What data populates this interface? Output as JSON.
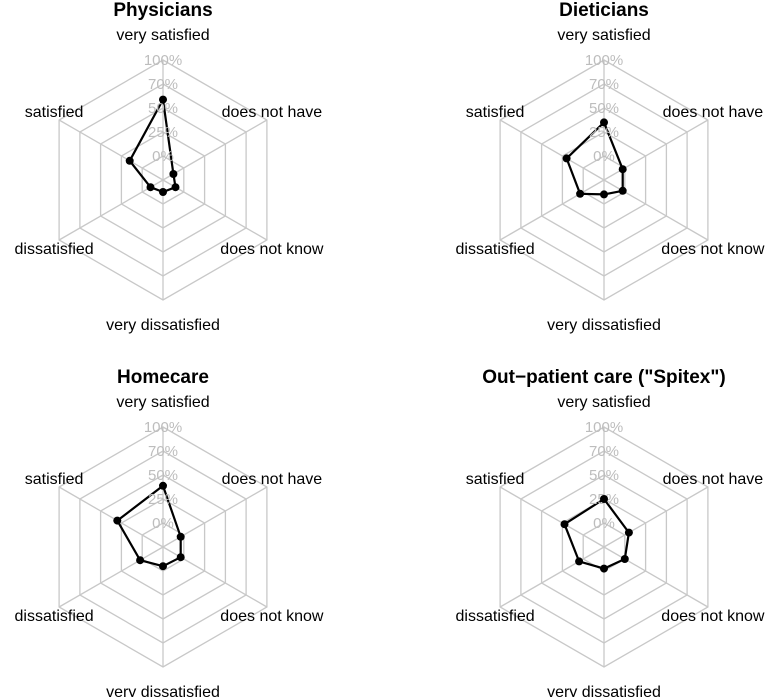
{
  "chart_data": [
    {
      "type": "radar",
      "title": "Physicians",
      "axes": [
        "very satisfied",
        "does not have",
        "does not know",
        "very dissatisfied",
        "dissatisfied",
        "satisfied"
      ],
      "ticks": [
        "0%",
        "25%",
        "50%",
        "70%",
        "100%"
      ],
      "rlim": [
        0,
        100
      ],
      "grid": true,
      "values": [
        67,
        10,
        12,
        10,
        12,
        32
      ]
    },
    {
      "type": "radar",
      "title": "Dieticians",
      "axes": [
        "very satisfied",
        "does not have",
        "does not know",
        "very dissatisfied",
        "dissatisfied",
        "satisfied"
      ],
      "ticks": [
        "0%",
        "25%",
        "50%",
        "70%",
        "100%"
      ],
      "rlim": [
        0,
        100
      ],
      "grid": true,
      "values": [
        48,
        18,
        18,
        12,
        23,
        36
      ]
    },
    {
      "type": "radar",
      "title": "Homecare",
      "axes": [
        "very satisfied",
        "does not have",
        "does not know",
        "very dissatisfied",
        "dissatisfied",
        "satisfied"
      ],
      "ticks": [
        "0%",
        "25%",
        "50%",
        "70%",
        "100%"
      ],
      "rlim": [
        0,
        100
      ],
      "grid": true,
      "values": [
        51,
        17,
        17,
        16,
        22,
        44
      ]
    },
    {
      "type": "radar",
      "title": "Out−patient care (\"Spitex\")",
      "axes": [
        "very satisfied",
        "does not have",
        "does not know",
        "very dissatisfied",
        "dissatisfied",
        "satisfied"
      ],
      "ticks": [
        "0%",
        "25%",
        "50%",
        "70%",
        "100%"
      ],
      "rlim": [
        0,
        100
      ],
      "grid": true,
      "values": [
        40,
        24,
        20,
        18,
        24,
        38
      ]
    }
  ]
}
